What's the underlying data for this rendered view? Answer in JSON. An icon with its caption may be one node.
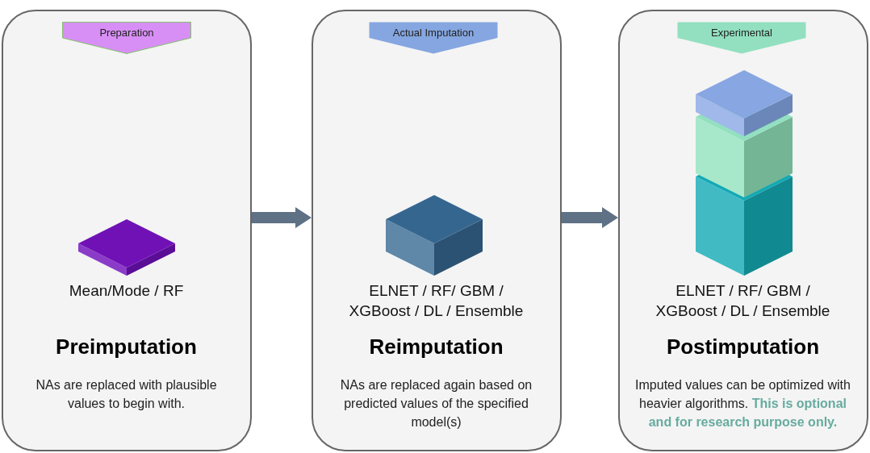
{
  "diagram": {
    "nodes": [
      {
        "text": [
          "Mean/Mode / RF",
          "Preimputation",
          "NAs are replaced with plausible values to begin with."
        ]
      },
      {
        "text": [
          "Preparation"
        ],
        "in": 0
      },
      {
        "text": [
          "ELNET / RF/ GBM / XGBoost / DL / Ensemble",
          "Reimputation",
          "NAs are replaced again based on predicted values of the specified model(s)"
        ]
      },
      {
        "text": [
          "Actual Imputation"
        ],
        "in": 2
      },
      {
        "text": [
          "ELNET / RF/ GBM / XGBoost / DL / Ensemble",
          "Postimputation",
          "Imputed values can be optimized with heavier algorithms. **This is optional and for research purpose only.**"
        ]
      },
      {
        "text": [
          "Experimental"
        ],
        "in": 4
      }
    ],
    "edges": [
      {
        "from": 0,
        "to": 2,
        "arrow": "to"
      },
      {
        "from": 2,
        "to": 4,
        "arrow": "to"
      }
    ]
  }
}
